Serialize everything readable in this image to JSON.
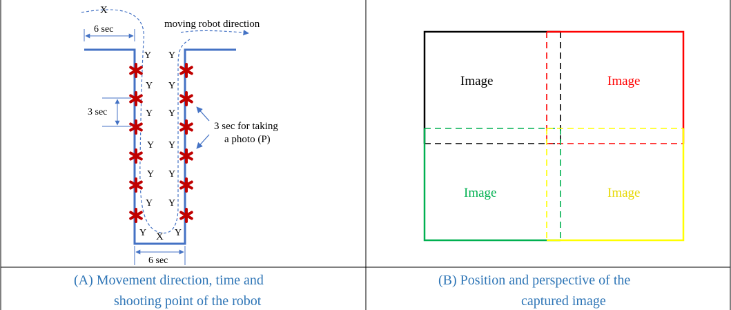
{
  "panel_a": {
    "moving_direction_label": "moving robot direction",
    "x_top": "X",
    "x_bottom": "X",
    "top_width_time": "6 sec",
    "bottom_width_time": "6 sec",
    "interval_time": "3 sec",
    "photo_note_line1": "3 sec for taking",
    "photo_note_line2": "a photo (P)",
    "y_marker": "Y",
    "caption_line1": "(A) Movement direction, time and",
    "caption_line2": "shooting point of the robot"
  },
  "panel_b": {
    "image_labels": [
      "Image",
      "Image",
      "Image",
      "Image"
    ],
    "caption_line1": "(B) Position and perspective of the",
    "caption_line2": "captured image"
  },
  "colors": {
    "robot_path": "#4472c4",
    "photo_marker": "#c00000",
    "caption": "#2e75b6",
    "image_black": "#000000",
    "image_red": "#ff0000",
    "image_green": "#00b050",
    "image_yellow": "#ffff00"
  }
}
